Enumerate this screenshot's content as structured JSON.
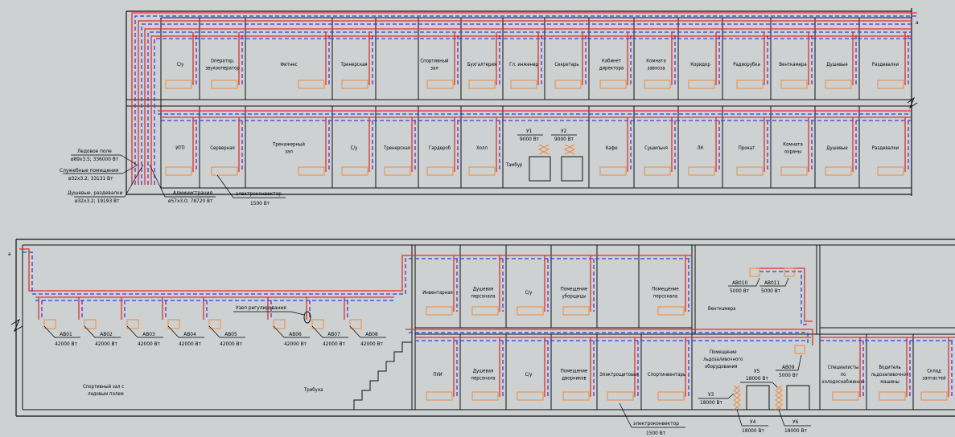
{
  "top_plan": {
    "pipe_label": "a",
    "rooms_top": [
      "С/у",
      "Оператор, звукооператор",
      "Фитнес",
      "Тренерская",
      "Спортивный зал",
      "Бухгалтерия",
      "Гл. инженер",
      "Секретарь",
      "Кабинет директора",
      "Комната завхоза",
      "Коридор",
      "Радиорубка",
      "Венткамера",
      "Душевые",
      "Раздевалки"
    ],
    "rooms_bottom": [
      "ИТП",
      "Серверная",
      "Тренажерный зал",
      "С/у",
      "Тренерская",
      "Гардероб",
      "Холл",
      "Тамбур",
      "Кафе",
      "Сушильня",
      "ЛК",
      "Прокат",
      "Комната охраны",
      "Душевые",
      "Раздевалки"
    ],
    "curtains": [
      {
        "name": "У1",
        "power": "9000 Вт"
      },
      {
        "name": "У2",
        "power": "9000 Вт"
      }
    ],
    "callouts": [
      {
        "title": "Ледовое поле",
        "spec": "ø89х3.5; 336000 Вт"
      },
      {
        "title": "Служебные помещения",
        "spec": "ø32х3.2; 33131 Вт"
      },
      {
        "title": "Душевые, раздевалки",
        "spec": "ø32х3.2; 19193 Вт"
      },
      {
        "title": "Администрация",
        "spec": "ø57х3.0; 78720 Вт"
      }
    ],
    "convector": {
      "title": "электроконвектор",
      "power": "1500 Вт"
    }
  },
  "bottom_plan": {
    "pipe_label": "a",
    "units": [
      {
        "name": "АВ01",
        "power": "42000 Вт"
      },
      {
        "name": "АВ02",
        "power": "42000 Вт"
      },
      {
        "name": "АВ03",
        "power": "42000 Вт"
      },
      {
        "name": "АВ04",
        "power": "42000 Вт"
      },
      {
        "name": "АВ05",
        "power": "42000 Вт"
      },
      {
        "name": "АВ06",
        "power": "42000 Вт"
      },
      {
        "name": "АВ07",
        "power": "42000 Вт"
      },
      {
        "name": "АВ08",
        "power": "42000 Вт"
      }
    ],
    "regulation_node": "Узел регулирования",
    "arena_label": "Спортивный зал с ледовым полем",
    "tribune_label": "Трибуна",
    "rooms_top": [
      "Инвентарная",
      "Душевая персонала",
      "С/у",
      "Помещение уборщицы",
      "Помещение персонала"
    ],
    "rooms_bottom": [
      "ПУИ",
      "Душевая персонала",
      "С/у",
      "Помещение дворников",
      "Электрощитовая",
      "Спортинвентарь"
    ],
    "vent_room": "Венткамера",
    "vent_units": [
      {
        "name": "АВ010",
        "power": "5000 Вт"
      },
      {
        "name": "АВ011",
        "power": "5000 Вт"
      },
      {
        "name": "АВ09",
        "power": "5000 Вт"
      }
    ],
    "ice_room": "Помещение льдозаливочного оборудования",
    "curtains": [
      {
        "name": "У3",
        "power": "18000 Вт"
      },
      {
        "name": "У4",
        "power": "18000 Вт"
      },
      {
        "name": "У5",
        "power": "18000 Вт"
      },
      {
        "name": "У6",
        "power": "18000 Вт"
      }
    ],
    "right_rooms": [
      "Специалисты по холодоснабжению",
      "Водитель льдозаливочной машины",
      "Склад запчастей"
    ],
    "convector": {
      "title": "электроконвектор",
      "power": "1500 Вт"
    }
  }
}
